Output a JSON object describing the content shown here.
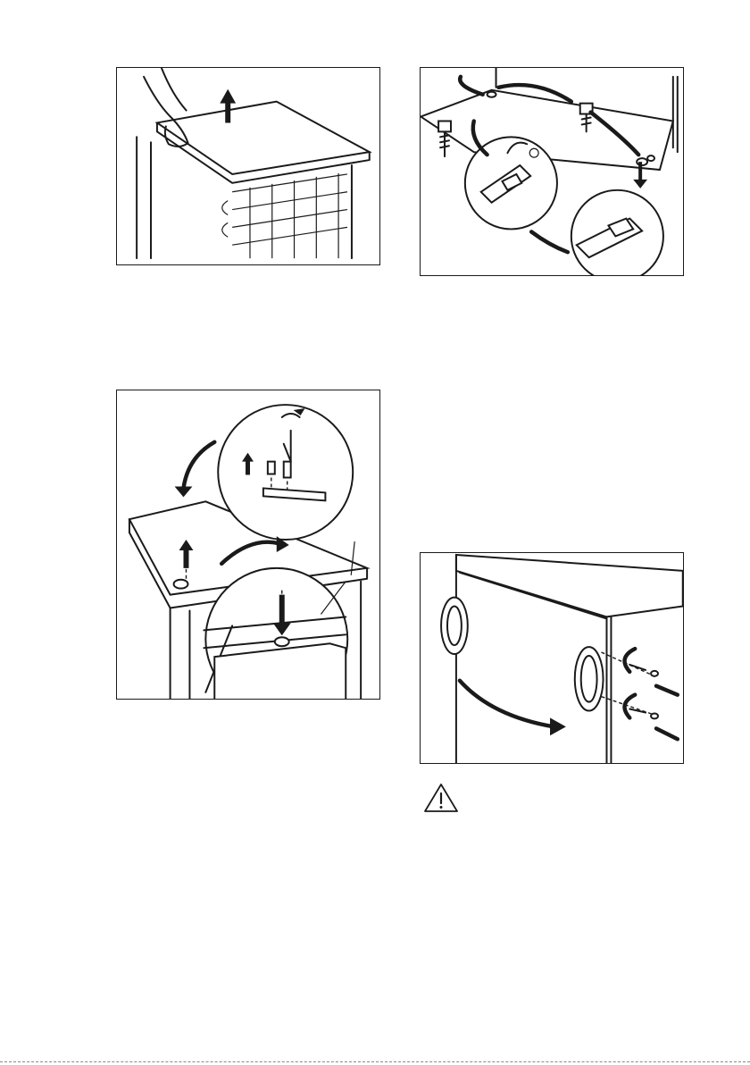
{
  "figures": [
    {
      "id": "fig-lift-top-cover",
      "icon": "lift-cover-illustration"
    },
    {
      "id": "fig-move-hinge-pin",
      "icon": "hinge-swap-illustration"
    },
    {
      "id": "fig-bottom-hinge",
      "icon": "bottom-hinge-illustration"
    },
    {
      "id": "fig-handle-swap",
      "icon": "handle-swap-illustration"
    }
  ],
  "warning": {
    "icon": "warning-triangle-icon"
  },
  "colors": {
    "ink": "#1a1a1a",
    "paper": "#ffffff"
  }
}
